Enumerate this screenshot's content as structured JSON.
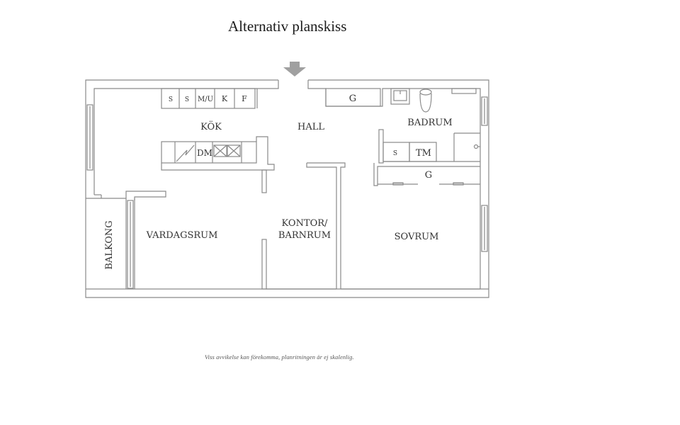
{
  "title": "Alternativ planskiss",
  "footnote": "Viss avvikelse kan förekomma, planritningen är ej skalenlig.",
  "entrance_arrow": "arrow-down-icon",
  "colors": {
    "wall": "#8a8a8a",
    "text": "#333333",
    "arrow": "#a0a0a0",
    "background": "#ffffff"
  },
  "rooms": {
    "kok": "KÖK",
    "hall": "HALL",
    "badrum": "BADRUM",
    "vardagsrum": "VARDAGSRUM",
    "kontor_line1": "KONTOR/",
    "kontor_line2": "BARNRUM",
    "sovrum": "SOVRUM",
    "balkong": "BALKONG"
  },
  "kitchen_upper": [
    "S",
    "S",
    "M/U",
    "K",
    "F"
  ],
  "kitchen_lower": {
    "dm": "DM"
  },
  "hall_closet": "G",
  "bathroom_units": {
    "s": "S",
    "tm": "TM"
  },
  "bedroom_closet": "G"
}
